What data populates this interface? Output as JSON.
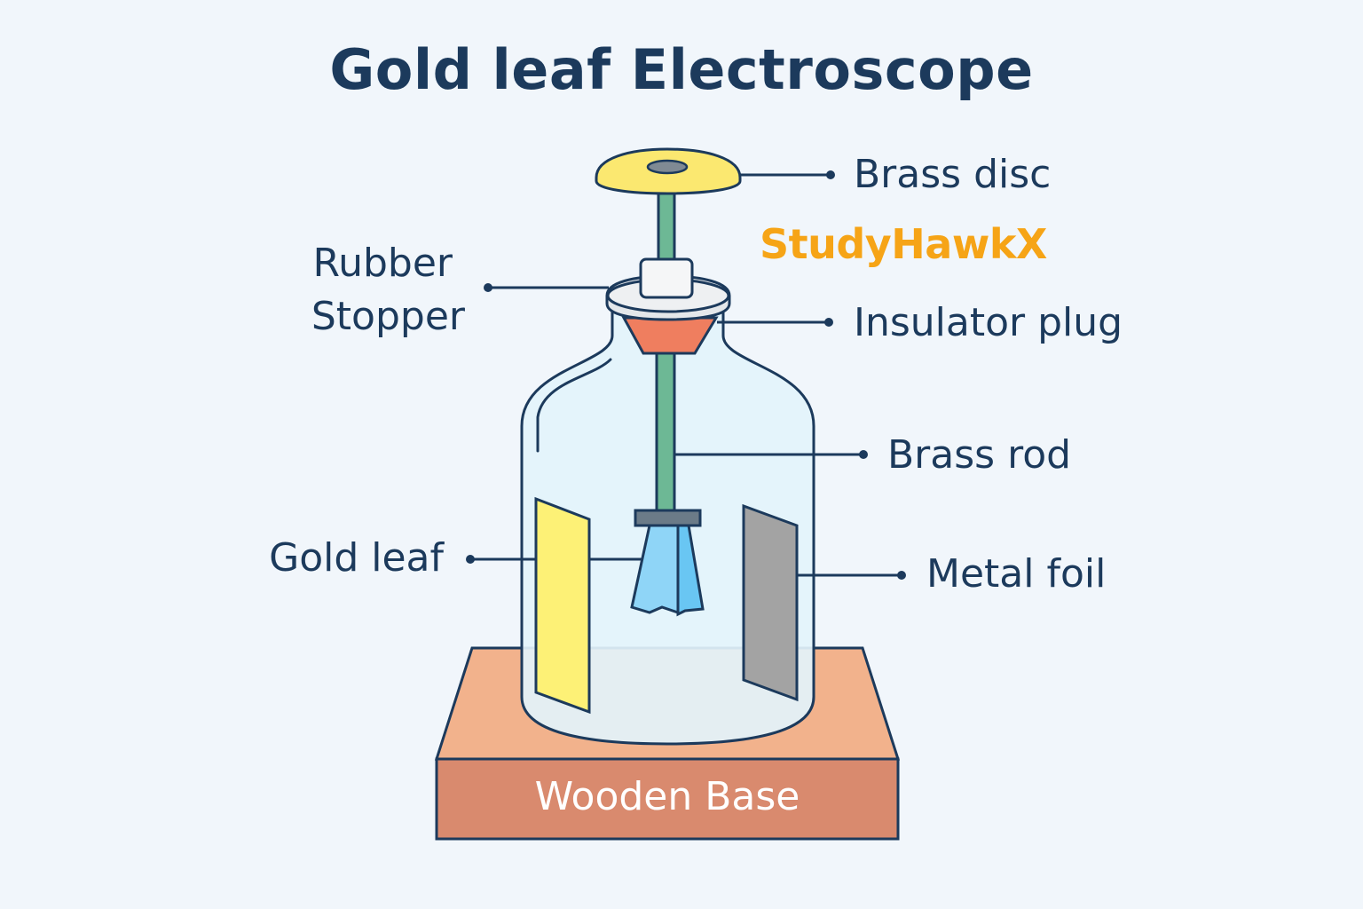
{
  "title": "Gold leaf Electroscope",
  "watermark": "StudyHawkX",
  "labels": {
    "brass_disc": "Brass disc",
    "rubber_stopper_line1": "Rubber",
    "rubber_stopper_line2": "Stopper",
    "insulator_plug": "Insulator plug",
    "brass_rod": "Brass rod",
    "gold_leaf": "Gold leaf",
    "metal_foil": "Metal foil",
    "wooden_base": "Wooden Base"
  },
  "colors": {
    "outline": "#1c3a5c",
    "background": "#f1f6fb",
    "brass_disc": "#fbe870",
    "rod": "#6db895",
    "stopper": "#e4e7ea",
    "insulator_plug": "#ef7e5f",
    "jar": "#e3f3fb",
    "gold_strip": "#fdf176",
    "metal_foil": "#a3a3a3",
    "leaves": "#8fd5f7",
    "base_top": "#f2b28c",
    "base_front": "#d98a6e",
    "watermark": "#f6a416"
  }
}
